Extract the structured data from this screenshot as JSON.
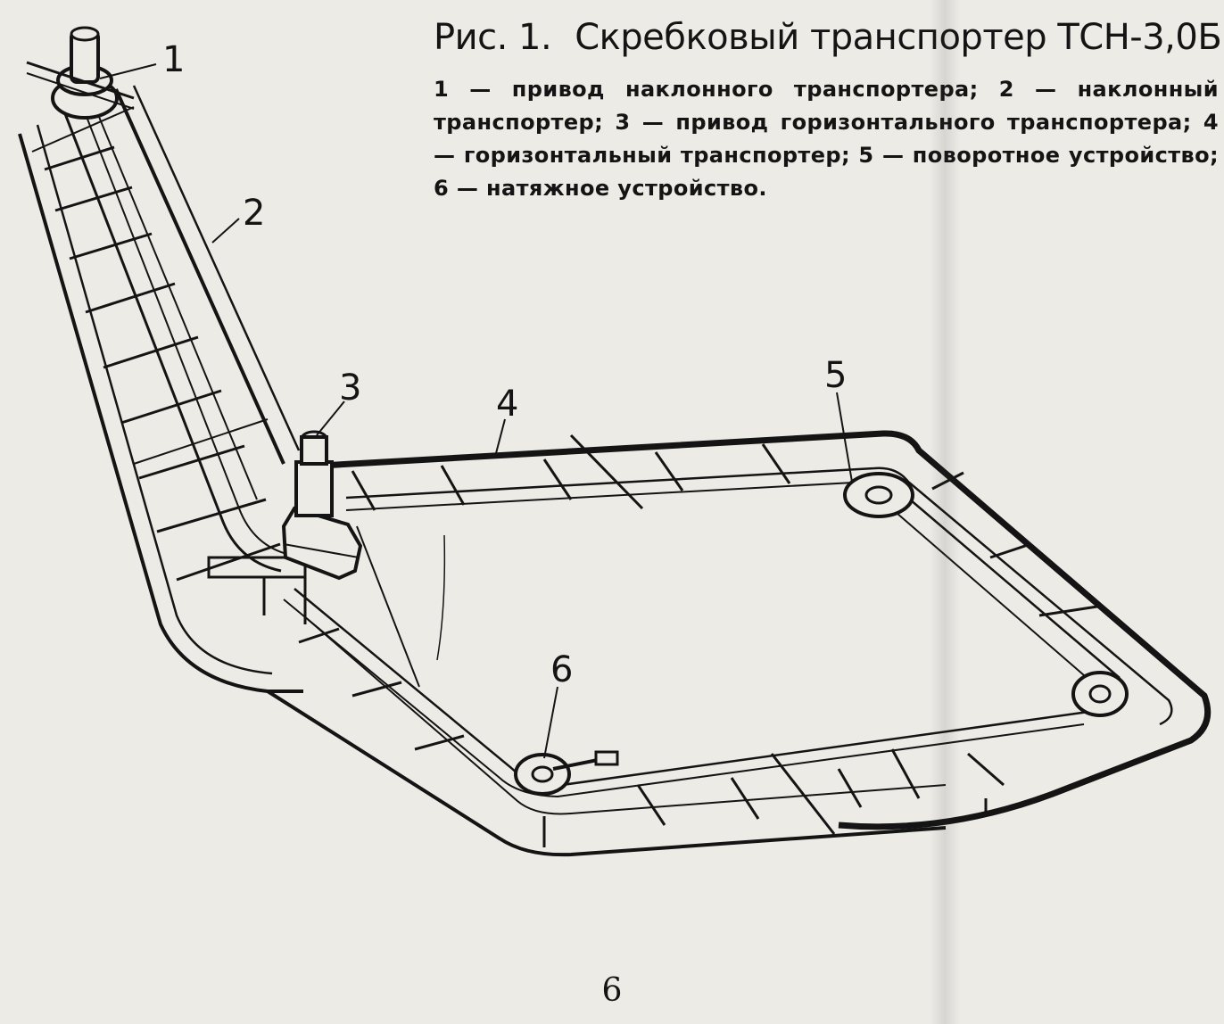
{
  "caption": {
    "figure_number": "Рис. 1.",
    "title": "Скребковый транспортер ТСН-3,0Б:",
    "legend": "1 — привод наклонного транспортера; 2 — наклонный транспортер; 3 — привод горизонтального транспортера; 4 — горизонтальный транспортер; 5 — поворотное устройство; 6 — натяжное устройство."
  },
  "callouts": {
    "c1": "1",
    "c2": "2",
    "c3": "3",
    "c4": "4",
    "c5": "5",
    "c6": "6"
  },
  "page_number": "6",
  "colors": {
    "ink": "#141414",
    "paper": "#ecebe6"
  }
}
